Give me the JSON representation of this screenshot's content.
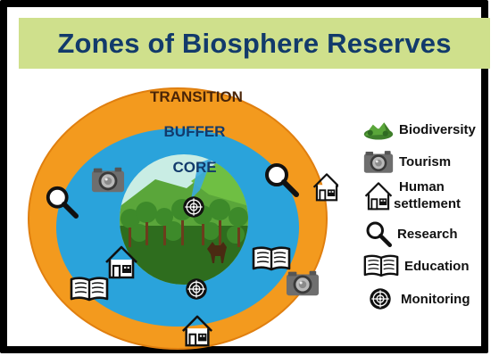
{
  "title": "Zones of Biosphere Reserves",
  "zones": {
    "transition": "TRANSITION",
    "buffer": "BUFFER",
    "core": "CORE"
  },
  "colors": {
    "title_bg": "#cfe08c",
    "title_text": "#123a6b",
    "transition": "#f39a1e",
    "buffer": "#2aa3db",
    "core": "#c9ede4",
    "label_transition": "#4a2508",
    "label_buffer": "#123a6b",
    "label_core": "#123a6b"
  },
  "legend": [
    {
      "icon": "biodiversity-icon",
      "label": "Biodiversity"
    },
    {
      "icon": "camera-icon",
      "label": "Tourism"
    },
    {
      "icon": "house-icon",
      "label_line1": "Human",
      "label_line2": "settlement"
    },
    {
      "icon": "magnifier-icon",
      "label": "Research"
    },
    {
      "icon": "book-icon",
      "label": "Education"
    },
    {
      "icon": "target-icon",
      "label": "Monitoring"
    }
  ]
}
